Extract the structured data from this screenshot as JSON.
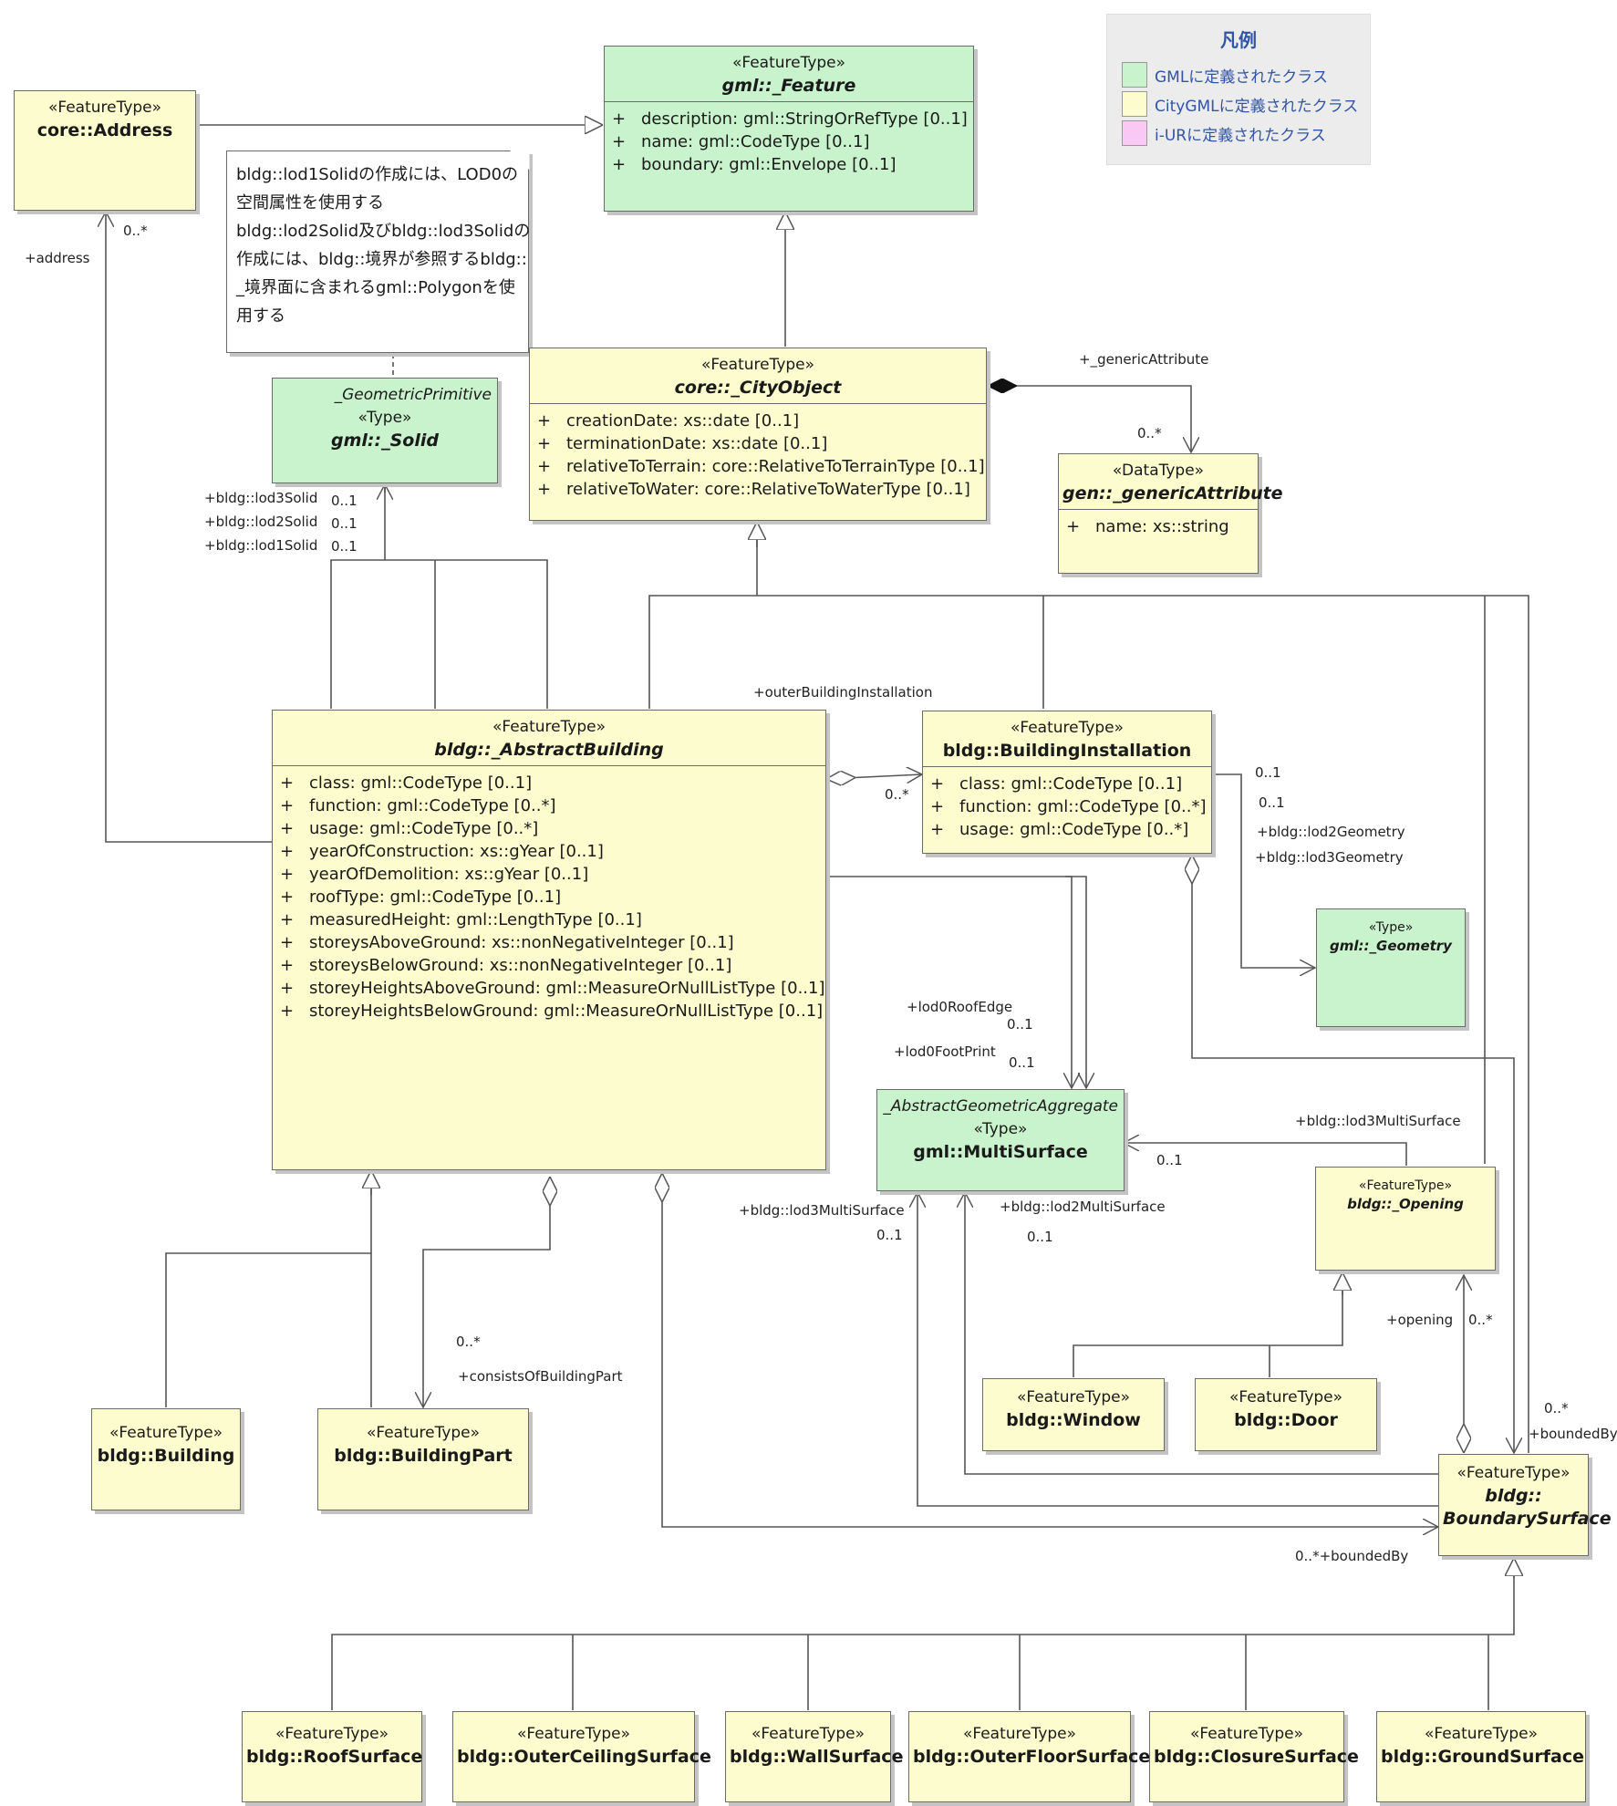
{
  "legend": {
    "title": "凡例",
    "items": [
      {
        "label": "GMLに定義されたクラス",
        "color": "#c9f3cc"
      },
      {
        "label": "CityGMLに定義されたクラス",
        "color": "#fcfcce"
      },
      {
        "label": "i-URに定義されたクラス",
        "color": "#f9c8f4"
      }
    ]
  },
  "note": {
    "lines": [
      "bldg::lod1Solidの作成には、LOD0の",
      "空間属性を使用する",
      "bldg::lod2Solid及びbldg::lod3Solidの",
      "作成には、bldg::境界が参照するbldg::",
      "_境界面に含まれるgml::Polygonを使",
      "用する"
    ]
  },
  "classes": {
    "address": {
      "stereotype": "«FeatureType»",
      "name": "core::Address"
    },
    "feature": {
      "stereotype": "«FeatureType»",
      "name": "gml::_Feature",
      "attributes": [
        {
          "vis": "+",
          "text": "description: gml::StringOrRefType [0..1]"
        },
        {
          "vis": "+",
          "text": "name: gml::CodeType [0..1]"
        },
        {
          "vis": "+",
          "text": "boundary: gml::Envelope [0..1]"
        }
      ]
    },
    "solid": {
      "parent": "_GeometricPrimitive",
      "stereotype": "«Type»",
      "name": "gml::_Solid"
    },
    "cityobject": {
      "stereotype": "«FeatureType»",
      "name": "core::_CityObject",
      "attributes": [
        {
          "vis": "+",
          "text": "creationDate: xs::date [0..1]"
        },
        {
          "vis": "+",
          "text": "terminationDate: xs::date [0..1]"
        },
        {
          "vis": "+",
          "text": "relativeToTerrain: core::RelativeToTerrainType [0..1]"
        },
        {
          "vis": "+",
          "text": "relativeToWater: core::RelativeToWaterType [0..1]"
        }
      ]
    },
    "generic": {
      "stereotype": "«DataType»",
      "name": "gen::_genericAttribute",
      "attributes": [
        {
          "vis": "+",
          "text": "name: xs::string"
        }
      ]
    },
    "abstractbuilding": {
      "stereotype": "«FeatureType»",
      "name": "bldg::_AbstractBuilding",
      "attributes": [
        {
          "vis": "+",
          "text": "class: gml::CodeType [0..1]"
        },
        {
          "vis": "+",
          "text": "function: gml::CodeType [0..*]"
        },
        {
          "vis": "+",
          "text": "usage: gml::CodeType [0..*]"
        },
        {
          "vis": "+",
          "text": "yearOfConstruction: xs::gYear [0..1]"
        },
        {
          "vis": "+",
          "text": "yearOfDemolition: xs::gYear [0..1]"
        },
        {
          "vis": "+",
          "text": "roofType: gml::CodeType [0..1]"
        },
        {
          "vis": "+",
          "text": "measuredHeight: gml::LengthType [0..1]"
        },
        {
          "vis": "+",
          "text": "storeysAboveGround: xs::nonNegativeInteger [0..1]"
        },
        {
          "vis": "+",
          "text": "storeysBelowGround: xs::nonNegativeInteger [0..1]"
        },
        {
          "vis": "+",
          "text": "storeyHeightsAboveGround: gml::MeasureOrNullListType [0..1]"
        },
        {
          "vis": "+",
          "text": "storeyHeightsBelowGround: gml::MeasureOrNullListType [0..1]"
        }
      ]
    },
    "installation": {
      "stereotype": "«FeatureType»",
      "name": "bldg::BuildingInstallation",
      "attributes": [
        {
          "vis": "+",
          "text": "class: gml::CodeType [0..1]"
        },
        {
          "vis": "+",
          "text": "function: gml::CodeType [0..*]"
        },
        {
          "vis": "+",
          "text": "usage: gml::CodeType [0..*]"
        }
      ]
    },
    "geometry": {
      "stereotype": "«Type»",
      "name": "gml::_Geometry"
    },
    "multisurface": {
      "parent": "_AbstractGeometricAggregate",
      "stereotype": "«Type»",
      "name": "gml::MultiSurface"
    },
    "opening": {
      "stereotype": "«FeatureType»",
      "name": "bldg::_Opening"
    },
    "building": {
      "stereotype": "«FeatureType»",
      "name": "bldg::Building"
    },
    "buildingpart": {
      "stereotype": "«FeatureType»",
      "name": "bldg::BuildingPart"
    },
    "window": {
      "stereotype": "«FeatureType»",
      "name": "bldg::Window"
    },
    "door": {
      "stereotype": "«FeatureType»",
      "name": "bldg::Door"
    },
    "boundarysurface": {
      "stereotype": "«FeatureType»",
      "name_line1": "bldg::",
      "name_line2": "BoundarySurface"
    },
    "roof": {
      "stereotype": "«FeatureType»",
      "name": "bldg::RoofSurface"
    },
    "outerceiling": {
      "stereotype": "«FeatureType»",
      "name": "bldg::OuterCeilingSurface"
    },
    "wall": {
      "stereotype": "«FeatureType»",
      "name": "bldg::WallSurface"
    },
    "outerfloor": {
      "stereotype": "«FeatureType»",
      "name": "bldg::OuterFloorSurface"
    },
    "closure": {
      "stereotype": "«FeatureType»",
      "name": "bldg::ClosureSurface"
    },
    "ground": {
      "stereotype": "«FeatureType»",
      "name": "bldg::GroundSurface"
    }
  },
  "labels": {
    "address_mult": "0..*",
    "address_role": "+address",
    "generic_role": "+_genericAttribute",
    "generic_mult": "0..*",
    "lod3solid": "+bldg::lod3Solid",
    "lod2solid": "+bldg::lod2Solid",
    "lod1solid": "+bldg::lod1Solid",
    "solid_mult1": "0..1",
    "solid_mult2": "0..1",
    "solid_mult3": "0..1",
    "outer_installation": "+outerBuildingInstallation",
    "installation_mult": "0..*",
    "geom_mult1": "0..1",
    "geom_mult2": "0..1",
    "lod2geometry": "+bldg::lod2Geometry",
    "lod3geometry": "+bldg::lod3Geometry",
    "lod0roofedge": "+lod0RoofEdge",
    "roofedge_mult": "0..1",
    "lod0footprint": "+lod0FootPrint",
    "footprint_mult": "0..1",
    "opening_lod3ms": "+bldg::lod3MultiSurface",
    "opening_ms_mult": "0..1",
    "bs_lod3ms": "+bldg::lod3MultiSurface",
    "bs_lod3ms_mult": "0..1",
    "bs_lod2ms": "+bldg::lod2MultiSurface",
    "bs_lod2ms_mult": "0..1",
    "part_mult": "0..*",
    "part_role": "+consistsOfBuildingPart",
    "opening_role": "+opening",
    "opening_mult": "0..*",
    "bounded_mult_right": "0..*",
    "bounded_role_right": "+boundedBy",
    "bounded_bottom": "0..*+boundedBy"
  }
}
